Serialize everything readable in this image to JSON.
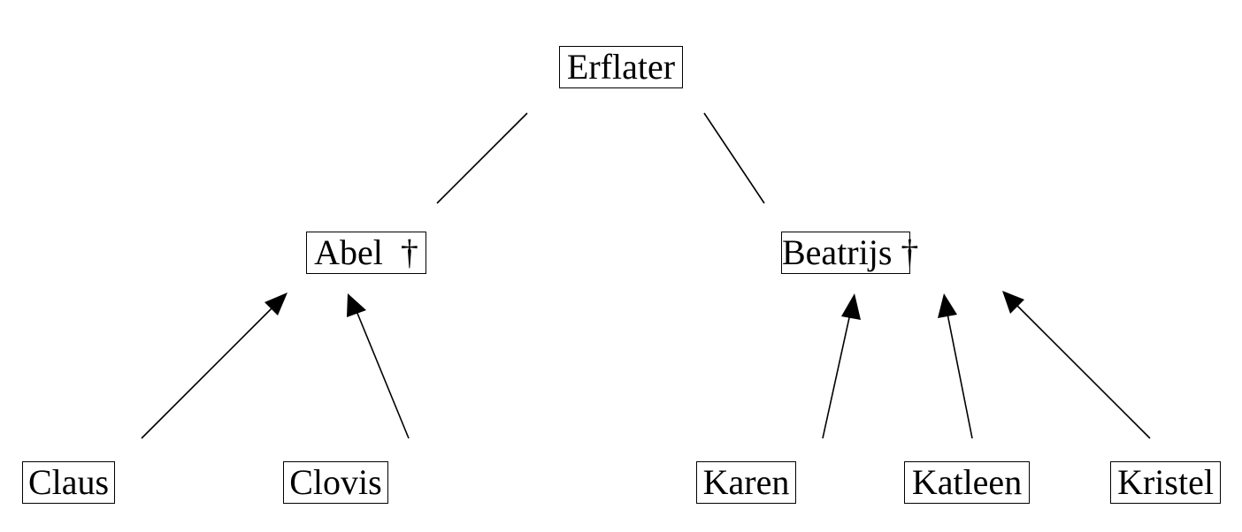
{
  "diagram": {
    "root": {
      "label": "Erflater"
    },
    "children": [
      {
        "label": "Abel  †",
        "descendants": [
          {
            "label": "Claus"
          },
          {
            "label": "Clovis"
          }
        ]
      },
      {
        "label": "Beatrijs †",
        "descendants": [
          {
            "label": "Karen"
          },
          {
            "label": "Katleen"
          },
          {
            "label": "Kristel"
          }
        ]
      }
    ]
  }
}
